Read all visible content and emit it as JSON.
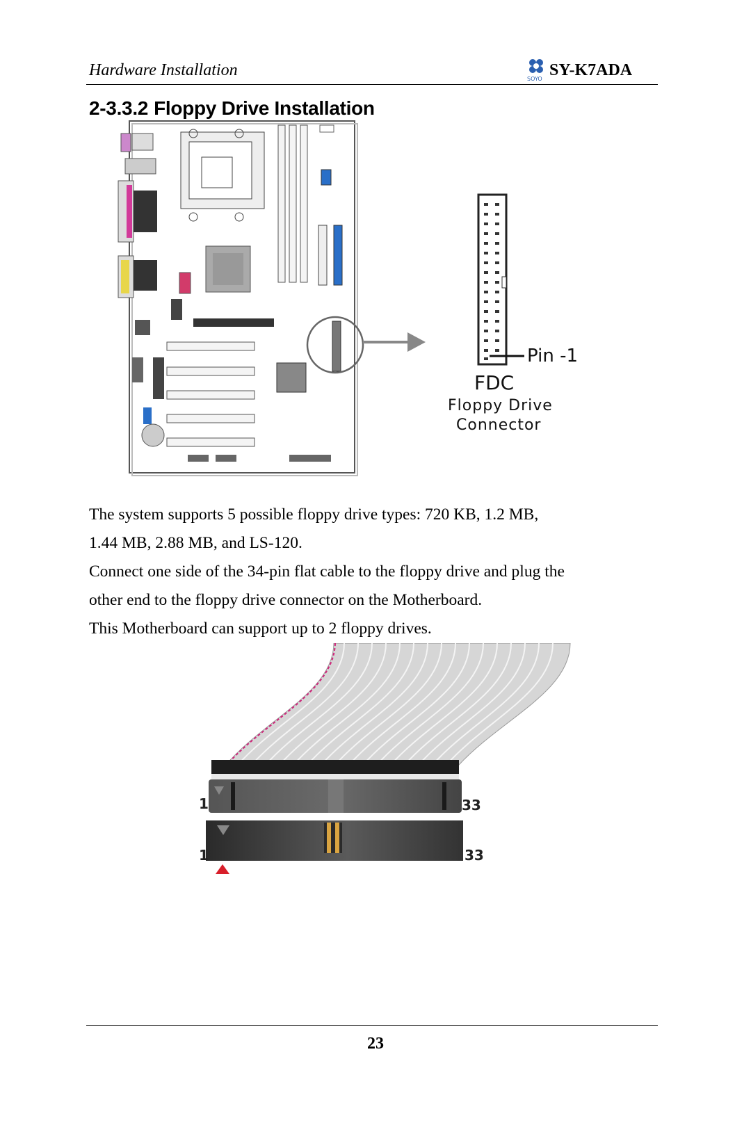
{
  "header": {
    "left": "Hardware Installation",
    "logo_text": "SOYO",
    "model": "SY-K7ADA"
  },
  "section": {
    "number": "2-3.3.2",
    "title": "Floppy Drive Installation"
  },
  "diagram": {
    "pin_label": "Pin -1",
    "connector_name": "FDC",
    "connector_desc_line1": "Floppy Drive",
    "connector_desc_line2": "Connector"
  },
  "body": {
    "p1": "The system supports 5 possible floppy drive types: 720 KB, 1.2 MB,",
    "p1b": "1.44 MB, 2.88 MB, and LS-120.",
    "p2": "Connect one side of the 34-pin flat cable to the floppy drive and plug the",
    "p2b": "other end to the floppy drive connector on the Motherboard.",
    "p3": "This Motherboard can support up to 2 floppy drives."
  },
  "cable": {
    "top_pin_first": "1",
    "top_pin_last": "33",
    "bottom_pin_first": "1",
    "bottom_pin_last": "33"
  },
  "footer": {
    "page": "23"
  },
  "colors": {
    "pin_marker": "#d81e2a",
    "cable_stripe": "#d0257a",
    "connector_dark": "#3a3a3a"
  }
}
